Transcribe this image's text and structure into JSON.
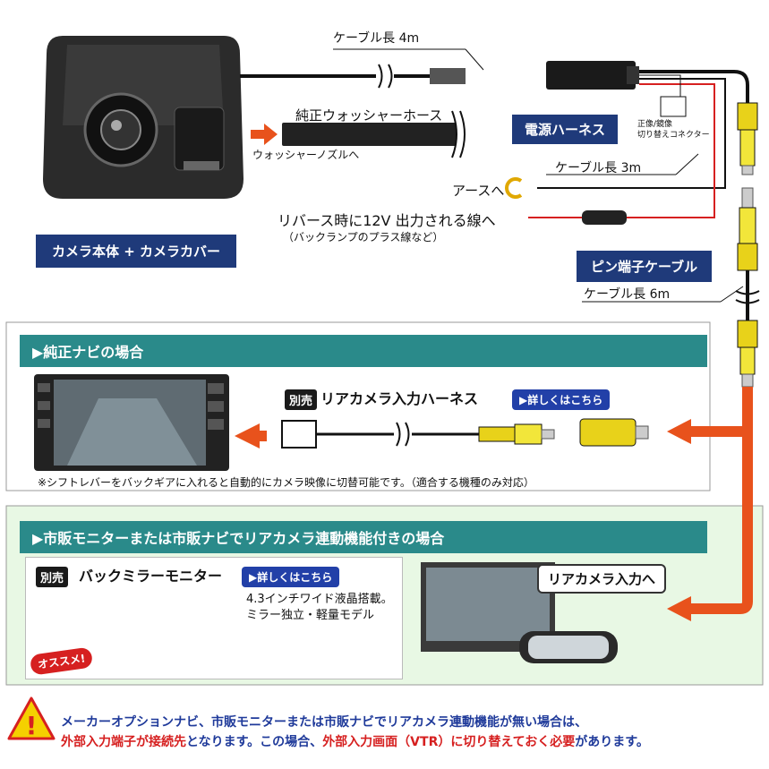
{
  "top": {
    "cable_4m": "ケーブル長 4m",
    "washer_hose": "純正ウォッシャーホース",
    "washer_nozzle": "ウォッシャーノズルへ",
    "power_harness": "電源ハーネス",
    "normal_mirror_connector_line1": "正像/鏡像",
    "normal_mirror_connector_line2": "切り替えコネクター",
    "cable_3m": "ケーブル長 3m",
    "to_ground": "アースへ",
    "reverse_12v": "リバース時に12V 出力される線へ",
    "reverse_12v_sub": "（バックランプのプラス線など）",
    "camera_label": "カメラ本体 + カメラカバー",
    "pin_cable": "ピン端子ケーブル",
    "cable_6m": "ケーブル長 6m"
  },
  "section1": {
    "title": "▶純正ナビの場合",
    "betsu": "別売",
    "harness_name": "リアカメラ入力ハーネス",
    "detail_button": "▶詳しくはこちら",
    "note": "※シフトレバーをバックギアに入れると自動的にカメラ映像に切替可能です。（適合する機種のみ対応）"
  },
  "section2": {
    "title": "▶市販モニターまたは市販ナビでリアカメラ連動機能付きの場合",
    "betsu": "別売",
    "mirror_name": "バックミラーモニター",
    "detail_button": "▶詳しくはこちら",
    "spec_line1": "4.3インチワイド液晶搭載。",
    "spec_line2": "ミラー独立・軽量モデル",
    "recommend": "オススメ!",
    "rear_camera_input": "リアカメラ入力へ"
  },
  "warning": {
    "line1": "メーカーオプションナビ、市販モニターまたは市販ナビでリアカメラ連動機能が無い場合は、",
    "line2_part1": "外部入力端子が接続先",
    "line2_part2": "となります。この場合、",
    "line2_part3": "外部入力画面（VTR）に切り替えておく必要",
    "line2_part4": "があります。"
  },
  "colors": {
    "navy": "#1f3a7a",
    "teal": "#2a8a8a",
    "orange": "#e8521c",
    "red": "#d62020",
    "rca_yellow": "#e8d21a"
  }
}
